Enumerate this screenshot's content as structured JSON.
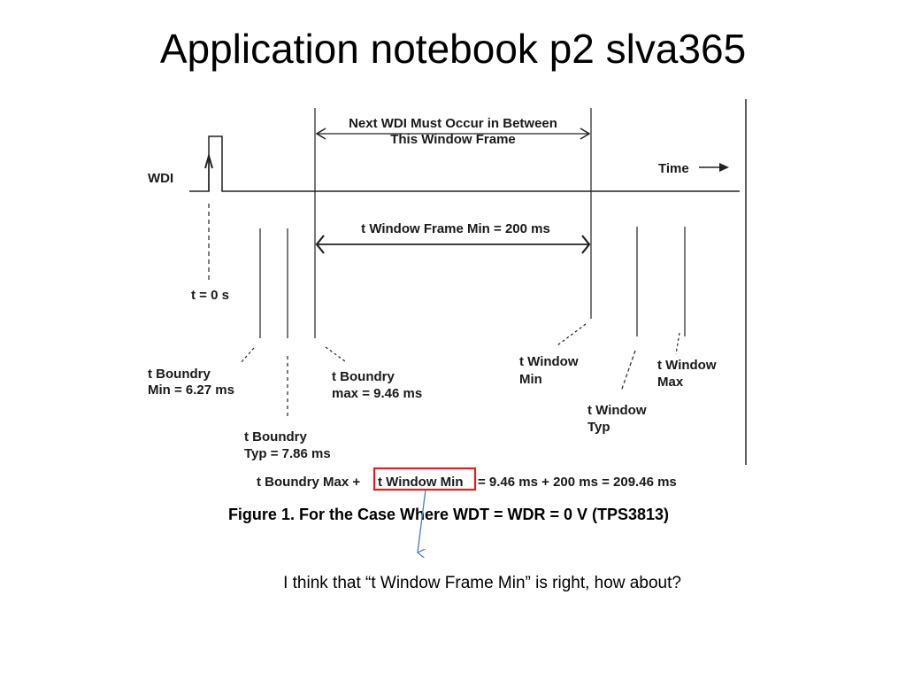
{
  "slide": {
    "title": "Application notebook p2 slva365",
    "note": "I think that “t Window Frame Min” is right, how about?"
  },
  "diagram": {
    "signal_label": "WDI",
    "time_label": "Time",
    "top_annotation": [
      "Next WDI Must Occur in Between",
      "This Window Frame"
    ],
    "window_frame_label": "t Window Frame Min = 200 ms",
    "t0_label": "t = 0 s",
    "boundary_min": [
      "t Boundry",
      "Min = 6.27 ms"
    ],
    "boundary_max": [
      "t Boundry",
      "max = 9.46 ms"
    ],
    "boundary_typ": [
      "t Boundry",
      "Typ = 7.86 ms"
    ],
    "window_min": [
      "t Window",
      "Min"
    ],
    "window_typ": [
      "t Window",
      "Typ"
    ],
    "window_max": [
      "t Window",
      "Max"
    ],
    "equation": {
      "prefix": "t Boundry Max +",
      "highlight": "t Window Min",
      "suffix": "= 9.46 ms + 200 ms = 209.46 ms",
      "highlight_color": "#e02020"
    },
    "figure_caption": "Figure 1. For the Case Where WDT = WDR = 0 V (TPS3813)",
    "arrow_color": "#4a7ebb"
  }
}
